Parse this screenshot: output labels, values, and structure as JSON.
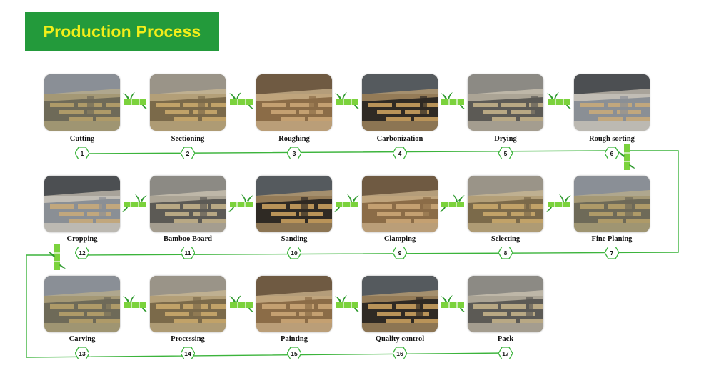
{
  "title": "Production Process",
  "colors": {
    "banner_bg": "#239a3b",
    "banner_text": "#f2ee1a",
    "flow_line": "#3cb43c",
    "bamboo": "#7bd23c",
    "leaf": "#2e9a2e"
  },
  "steps": [
    {
      "label": "Cutting",
      "number": "1",
      "icon": "photo-cutting"
    },
    {
      "label": "Sectioning",
      "number": "2",
      "icon": "photo-sectioning"
    },
    {
      "label": "Roughing",
      "number": "3",
      "icon": "photo-roughing"
    },
    {
      "label": "Carbonization",
      "number": "4",
      "icon": "photo-carbonization"
    },
    {
      "label": "Drying",
      "number": "5",
      "icon": "photo-drying"
    },
    {
      "label": "Rough sorting",
      "number": "6",
      "icon": "photo-rough-sorting"
    },
    {
      "label": "Fine Planing",
      "number": "7",
      "icon": "photo-fine-planing"
    },
    {
      "label": "Selecting",
      "number": "8",
      "icon": "photo-selecting"
    },
    {
      "label": "Clamping",
      "number": "9",
      "icon": "photo-clamping"
    },
    {
      "label": "Sanding",
      "number": "10",
      "icon": "photo-sanding"
    },
    {
      "label": "Bamboo Board",
      "number": "11",
      "icon": "photo-bamboo-board"
    },
    {
      "label": "Cropping",
      "number": "12",
      "icon": "photo-cropping"
    },
    {
      "label": "Carving",
      "number": "13",
      "icon": "photo-carving"
    },
    {
      "label": "Processing",
      "number": "14",
      "icon": "photo-processing"
    },
    {
      "label": "Painting",
      "number": "15",
      "icon": "photo-painting"
    },
    {
      "label": "Quality control",
      "number": "16",
      "icon": "photo-quality-control"
    },
    {
      "label": "Pack",
      "number": "17",
      "icon": "photo-pack"
    }
  ]
}
